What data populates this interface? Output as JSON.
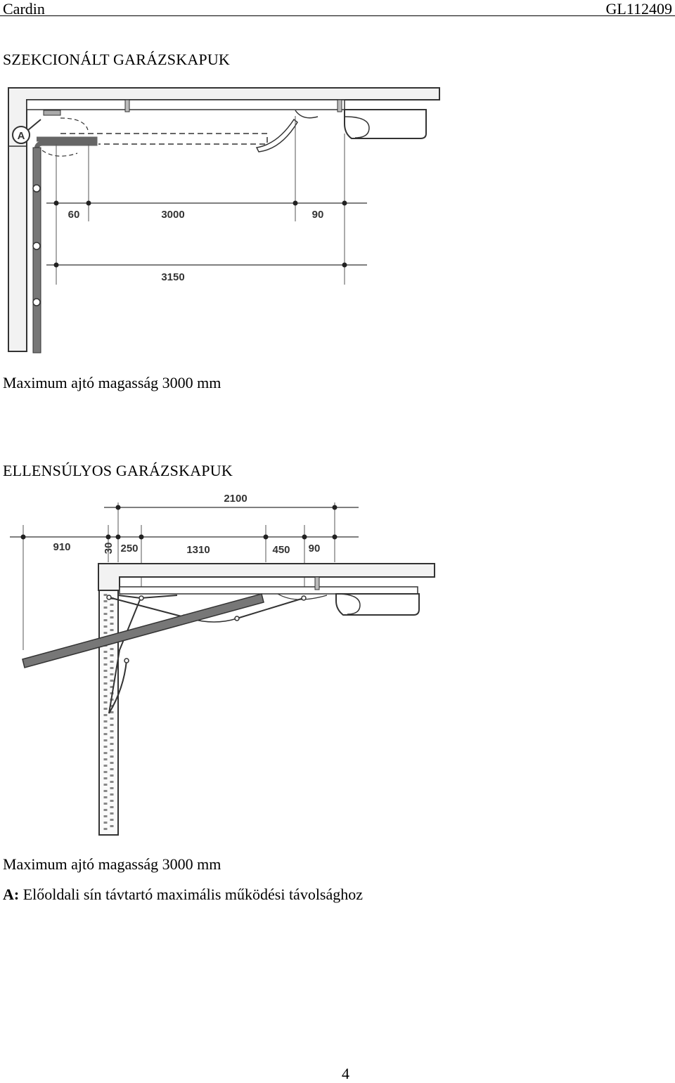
{
  "header": {
    "brand": "Cardin",
    "code": "GL112409"
  },
  "section1": {
    "title": "SZEKCIONÁLT GARÁZSKAPUK",
    "caption": "Maximum ajtó magasság 3000 mm",
    "diagram": {
      "marker": "A",
      "dims": [
        "60",
        "3000",
        "90",
        "3150"
      ]
    }
  },
  "section2": {
    "title": "ELLENSÚLYOS GARÁZSKAPUK",
    "caption": "Maximum ajtó magasság 3000 mm",
    "diagram": {
      "dims": [
        "2100",
        "910",
        "30",
        "250",
        "1310",
        "450",
        "90"
      ]
    }
  },
  "note": {
    "label": "A:",
    "text": " Előoldali sín távtartó maximális működési távolsághoz"
  },
  "page_number": "4"
}
